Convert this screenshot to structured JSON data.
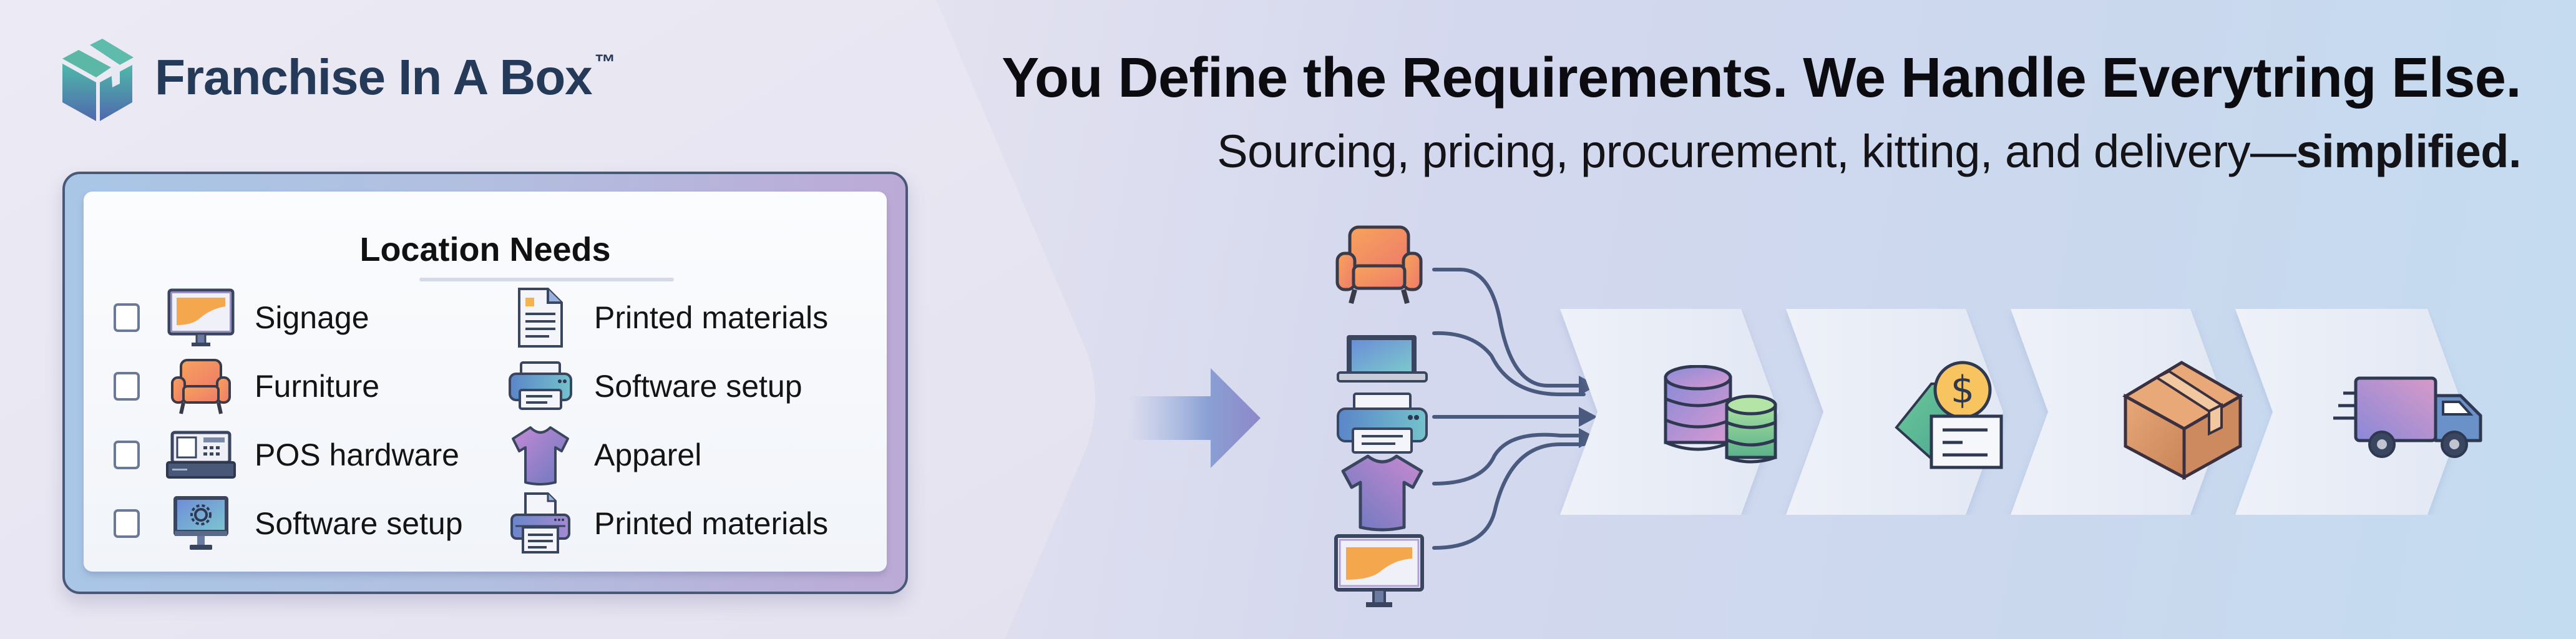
{
  "brand": {
    "name": "Franchise In A Box",
    "trademark": "™",
    "logo_icon": "box-icon",
    "colors": {
      "primary_text": "#243a58",
      "logo_teal": "#4fb3a6",
      "logo_blue": "#4f6fae"
    }
  },
  "hero": {
    "headline": "You Define the Requirements. We Handle Everytring Else.",
    "subtitle_prefix": "Sourcing, pricing, procurement, kitting, and delivery—",
    "subtitle_emphasis": "simplified."
  },
  "location_needs": {
    "title": "Location Needs",
    "left_column": [
      {
        "label": "Signage",
        "icon": "signage-monitor-icon",
        "checked": false
      },
      {
        "label": "Furniture",
        "icon": "armchair-icon",
        "checked": false
      },
      {
        "label": "POS hardware",
        "icon": "pos-terminal-icon",
        "checked": false
      },
      {
        "label": "Software setup",
        "icon": "computer-gear-icon",
        "checked": false
      }
    ],
    "right_column": [
      {
        "label": "Printed materials",
        "icon": "document-icon"
      },
      {
        "label": "Software setup",
        "icon": "printer-icon"
      },
      {
        "label": "Apparel",
        "icon": "tshirt-icon"
      },
      {
        "label": "Printed materials",
        "icon": "printer-document-icon"
      }
    ]
  },
  "flow": {
    "input_arrow_icon": "arrow-right-icon",
    "items": [
      {
        "icon": "armchair-icon"
      },
      {
        "icon": "laptop-icon"
      },
      {
        "icon": "printer-icon"
      },
      {
        "icon": "tshirt-icon"
      },
      {
        "icon": "signage-monitor-icon"
      }
    ],
    "stages": [
      {
        "icon": "coin-stacks-icon",
        "meaning": "sourcing"
      },
      {
        "icon": "dollar-invoice-icon",
        "meaning": "pricing"
      },
      {
        "icon": "cardboard-box-icon",
        "meaning": "kitting"
      },
      {
        "icon": "delivery-truck-icon",
        "meaning": "delivery"
      }
    ]
  }
}
